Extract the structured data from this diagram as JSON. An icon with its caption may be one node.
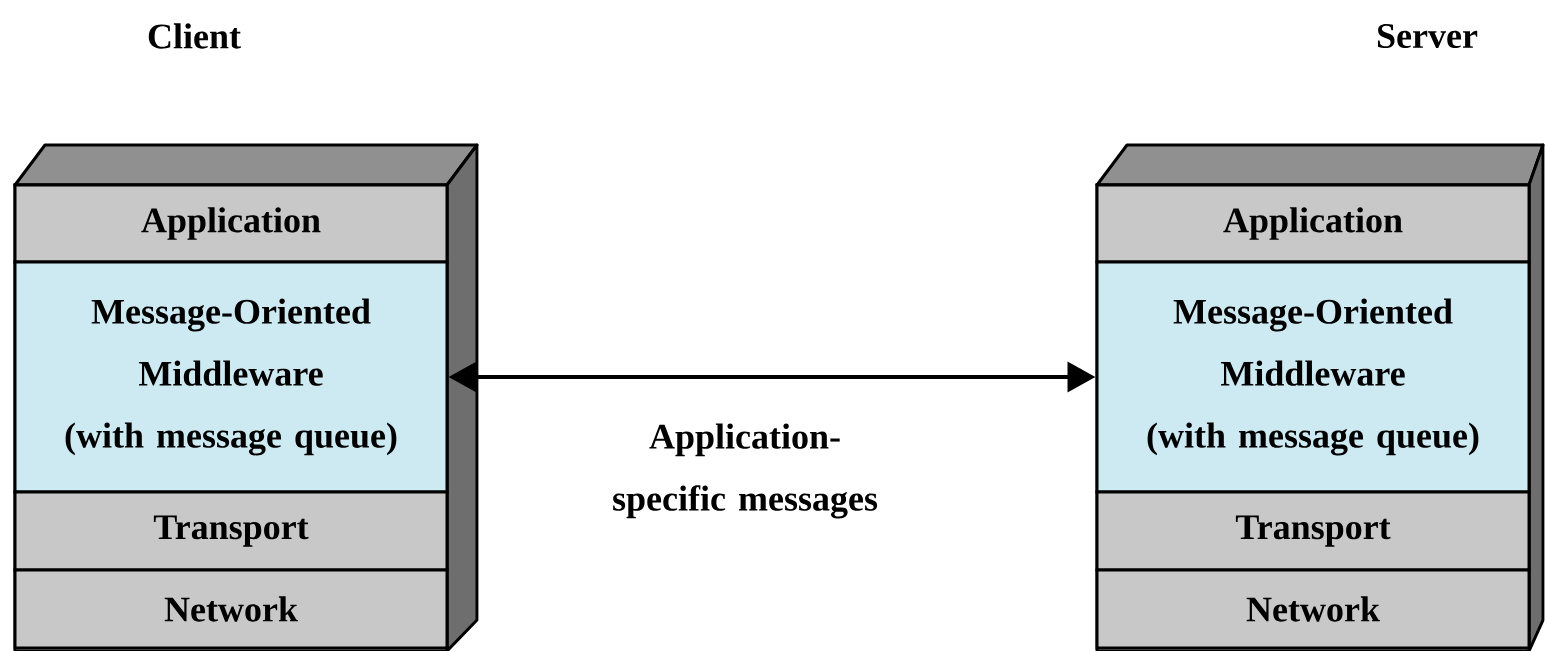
{
  "diagram": {
    "nodes": [
      {
        "text": [
          "Client"
        ]
      },
      {
        "text": [
          "Application"
        ],
        "in": 0
      },
      {
        "text": [
          "Message-Oriented Middleware",
          "(with message queue)"
        ],
        "in": 0
      },
      {
        "text": [
          "Transport"
        ],
        "in": 0
      },
      {
        "text": [
          "Network"
        ],
        "in": 0
      },
      {
        "text": [
          "Server"
        ]
      },
      {
        "text": [
          "Application"
        ],
        "in": 5
      },
      {
        "text": [
          "Message-Oriented Middleware",
          "(with message queue)"
        ],
        "in": 5
      },
      {
        "text": [
          "Transport"
        ],
        "in": 5
      },
      {
        "text": [
          "Network"
        ],
        "in": 5
      }
    ],
    "edges": [
      {
        "from": 2,
        "to": 7,
        "arrow": "both",
        "label": "Application-specific messages"
      }
    ]
  }
}
